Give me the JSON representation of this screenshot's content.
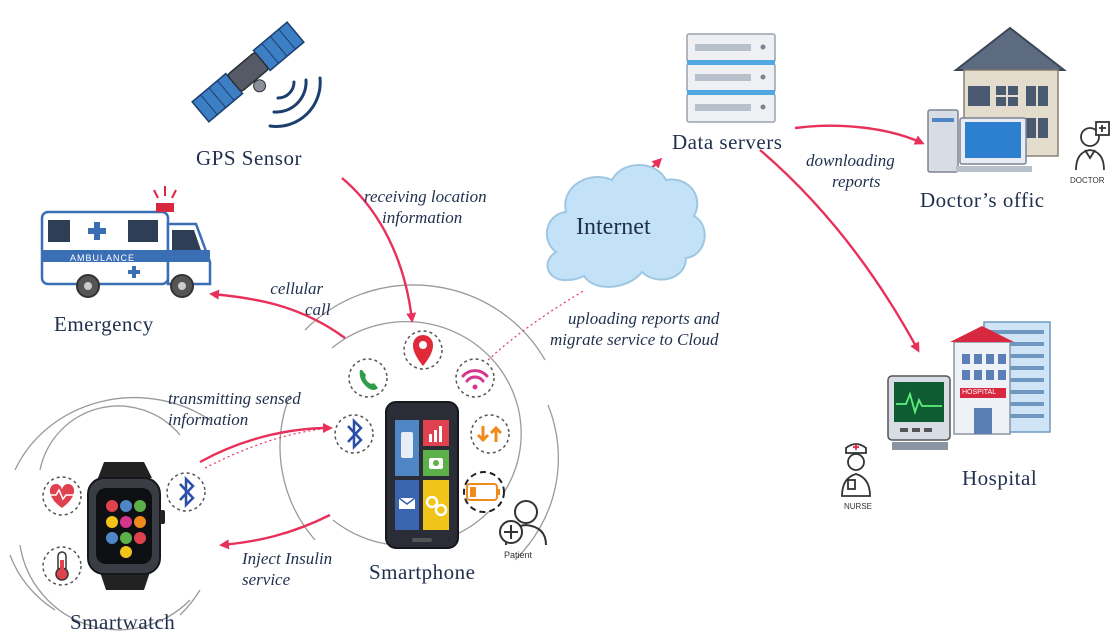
{
  "nodes": {
    "gps": "GPS Sensor",
    "emergency": "Emergency",
    "smartphone": "Smartphone",
    "smartwatch": "Smartwatch",
    "internet": "Internet",
    "data_servers": "Data servers",
    "doctors_office": "Doctor’s offic",
    "hospital": "Hospital"
  },
  "edges": {
    "receiving_location": [
      "receiving location",
      "information"
    ],
    "cellular_call": [
      "cellular",
      "call"
    ],
    "transmitting_sensed": [
      "transmitting sensed",
      "information"
    ],
    "inject_insulin": [
      "Inject Insulin",
      "service"
    ],
    "uploading_reports": [
      "uploading reports and",
      "migrate service to Cloud"
    ],
    "downloading_reports": [
      "downloading",
      "reports"
    ]
  },
  "small_labels": {
    "ambulance": "AMBULANCE",
    "patient": "Patient",
    "doctor": "DOCTOR",
    "nurse": "NURSE",
    "hospital_sign": "HOSPITAL"
  },
  "colors": {
    "arrow": "#e8305a",
    "ring": "#9a9a9a",
    "text": "#1f2f4d",
    "cloud": "#c3e2f7",
    "phone_body": "#2a2d35"
  },
  "icons": {
    "smartphone_ring": [
      "phone-call-icon",
      "location-pin-icon",
      "wifi-icon",
      "bluetooth-icon",
      "data-transfer-icon",
      "battery-low-icon"
    ],
    "smartwatch_ring": [
      "heart-rate-icon",
      "bluetooth-icon",
      "thermometer-icon"
    ]
  }
}
